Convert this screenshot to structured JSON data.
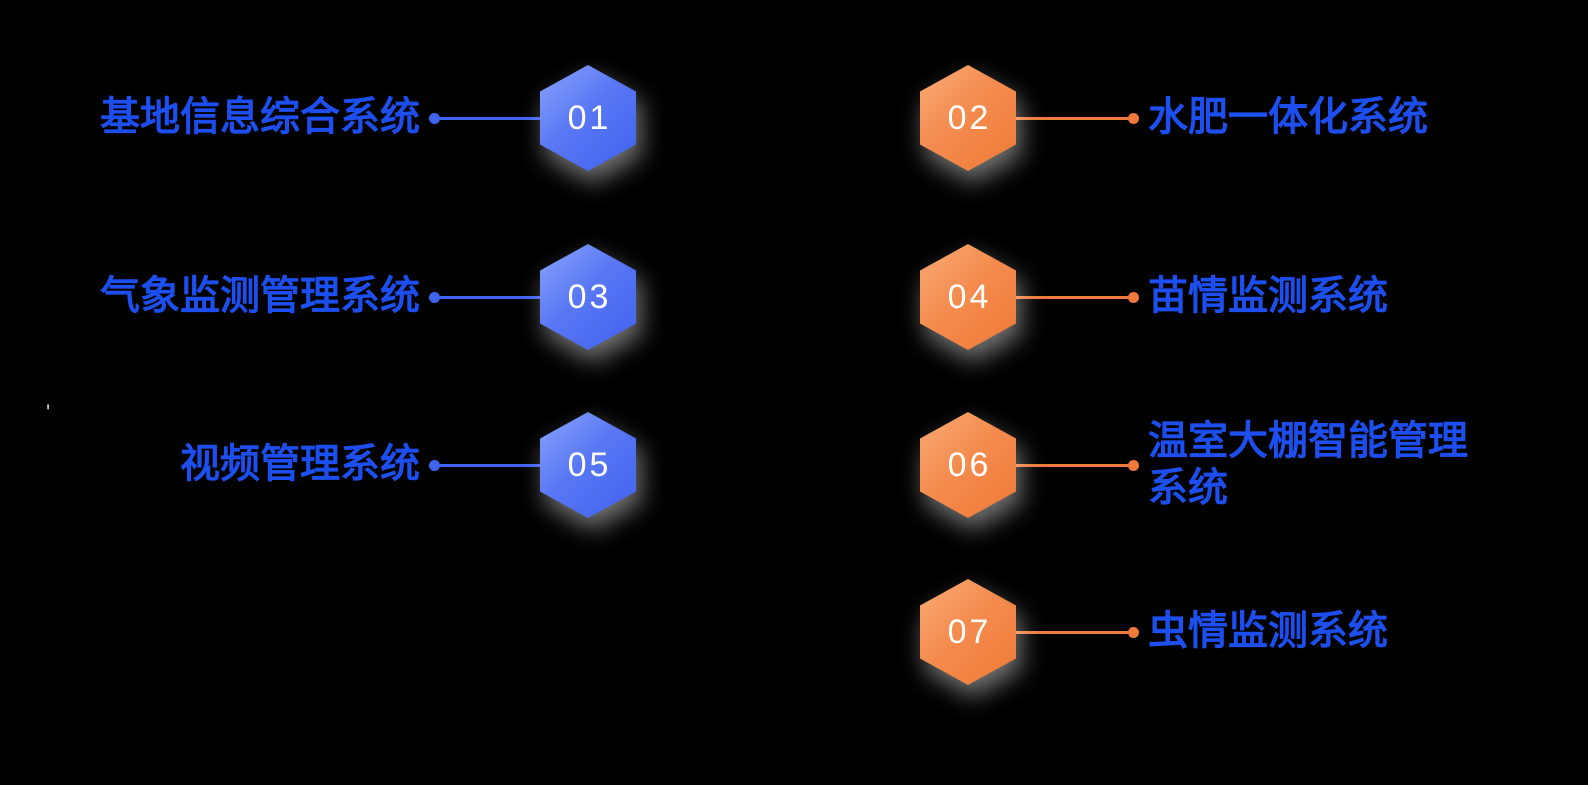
{
  "colors": {
    "label-blue": "#1d4ff0",
    "line-blue": "#3f63f3",
    "line-orange": "#f07a3a",
    "hex-blue": "#4d6ef3",
    "hex-orange": "#f08040",
    "background": "#000000"
  },
  "artifact": "'",
  "rows": [
    {
      "number": "01",
      "label": "基地信息综合系统",
      "side": "left"
    },
    {
      "number": "02",
      "label": "水肥一体化系统",
      "side": "right"
    },
    {
      "number": "03",
      "label": "气象监测管理系统",
      "side": "left"
    },
    {
      "number": "04",
      "label": "苗情监测系统",
      "side": "right"
    },
    {
      "number": "05",
      "label": "视频管理系统",
      "side": "left"
    },
    {
      "number": "06",
      "label": "温室大棚智能管理系统",
      "side": "right"
    },
    {
      "number": "07",
      "label": "虫情监测系统",
      "side": "right"
    }
  ]
}
